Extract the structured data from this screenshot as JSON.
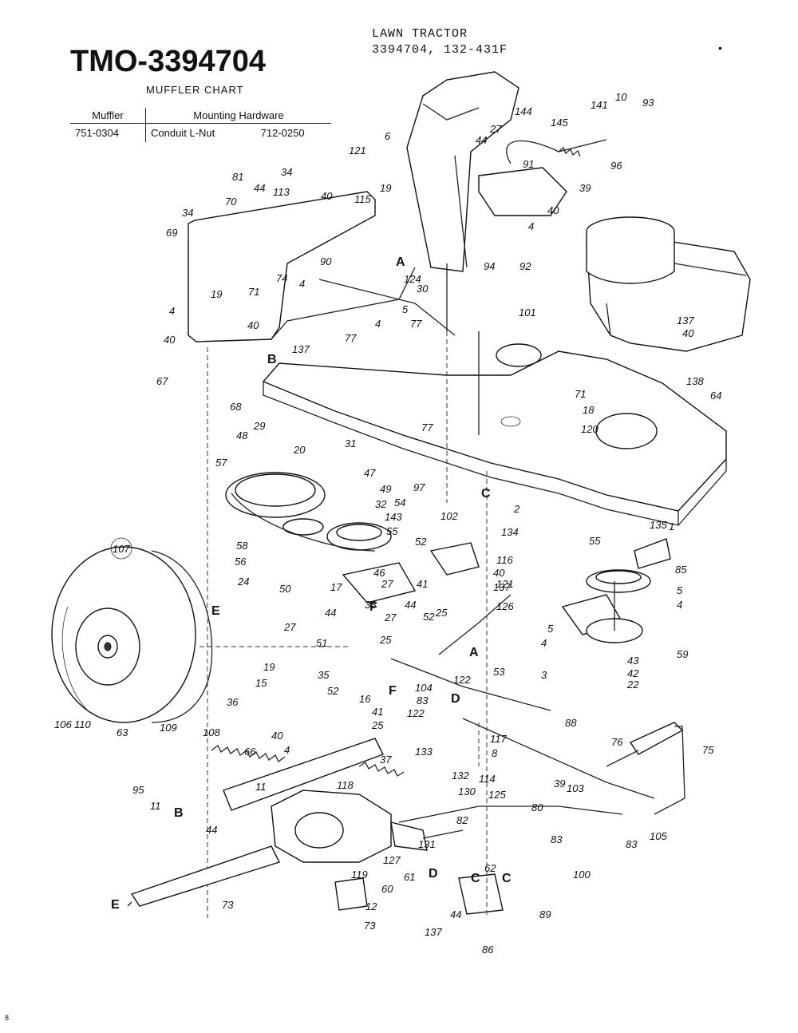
{
  "header": {
    "title_line1": "LAWN TRACTOR",
    "title_line2": "3394704, 132-431F",
    "corner_mark": "•"
  },
  "model_number": "TMO-3394704",
  "muffler_chart": {
    "title": "MUFFLER CHART",
    "headers": [
      "Muffler",
      "Mounting Hardware"
    ],
    "rows": [
      {
        "muffler": "751-0304",
        "hardware": "Conduit L-Nut",
        "part": "712-0250"
      }
    ]
  },
  "reference_letters": [
    "A",
    "A",
    "B",
    "B",
    "C",
    "C",
    "C",
    "D",
    "D",
    "E",
    "E",
    "F",
    "F"
  ],
  "callouts": {
    "n1": "6",
    "n2": "121",
    "n3": "27",
    "n4": "44",
    "n5": "144",
    "n6": "145",
    "n7": "141",
    "n8": "10",
    "n9": "93",
    "n10": "91",
    "n11": "96",
    "n12": "39",
    "n13": "40",
    "n14": "4",
    "n15": "92",
    "n16": "94",
    "n17": "19",
    "n18": "115",
    "n19": "81",
    "n20": "44",
    "n21": "113",
    "n22": "34",
    "n23": "40",
    "n24": "34",
    "n25": "70",
    "n26": "69",
    "n27": "90",
    "n28": "74",
    "n29": "71",
    "n30": "19",
    "n31": "4",
    "n32": "4",
    "n33": "40",
    "n34": "40",
    "n35": "137",
    "n36": "77",
    "n37": "124",
    "n38": "30",
    "n39": "5",
    "n40": "4",
    "n41": "77",
    "n42": "101",
    "n43": "137",
    "n44": "40",
    "n45": "138",
    "n46": "64",
    "n47": "71",
    "n48": "18",
    "n49": "120",
    "n50": "77",
    "n51": "67",
    "n52": "68",
    "n53": "48",
    "n54": "29",
    "n55": "20",
    "n56": "31",
    "n57": "57",
    "n58": "47",
    "n59": "49",
    "n60": "97",
    "n61": "32",
    "n62": "54",
    "n63": "2",
    "n64": "134",
    "n65": "143",
    "n66": "55",
    "n67": "52",
    "n68": "102",
    "n69": "58",
    "n70": "56",
    "n71": "24",
    "n72": "50",
    "n73": "46",
    "n74": "116",
    "n75": "40",
    "n76": "137",
    "n77": "121",
    "n78": "135",
    "n79": "1",
    "n80": "55",
    "n81": "85",
    "n82": "5",
    "n83": "4",
    "n84": "59",
    "n85": "17",
    "n86": "27",
    "n87": "41",
    "n88": "44",
    "n89": "38",
    "n90": "25",
    "n91": "27",
    "n92": "52",
    "n93": "126",
    "n94": "44",
    "n95": "27",
    "n96": "25",
    "n97": "5",
    "n98": "4",
    "n99": "3",
    "n100": "43",
    "n101": "42",
    "n102": "22",
    "n103": "51",
    "n104": "35",
    "n105": "19",
    "n106": "15",
    "n107": "52",
    "n108": "16",
    "n109": "104",
    "n110": "83",
    "n111": "122",
    "n112": "122",
    "n113": "53",
    "n114": "36",
    "n115": "41",
    "n116": "25",
    "n117": "117",
    "n118": "8",
    "n119": "88",
    "n120": "76",
    "n121": "75",
    "n122": "107",
    "n123": "106",
    "n124": "110",
    "n125": "63",
    "n126": "109",
    "n127": "108",
    "n128": "66",
    "n129": "40",
    "n130": "4",
    "n131": "37",
    "n132": "133",
    "n133": "114",
    "n134": "95",
    "n135": "11",
    "n136": "11",
    "n137": "44",
    "n138": "118",
    "n139": "132",
    "n140": "130",
    "n141": "125",
    "n142": "82",
    "n143": "131",
    "n144": "127",
    "n145": "60",
    "n146": "61",
    "n147": "119",
    "n148": "12",
    "n149": "73",
    "n150": "73",
    "n151": "39",
    "n152": "103",
    "n153": "80",
    "n154": "105",
    "n155": "83",
    "n156": "83",
    "n157": "100",
    "n158": "62",
    "n159": "89",
    "n160": "44",
    "n161": "137",
    "n162": "86"
  },
  "footnote": "8"
}
